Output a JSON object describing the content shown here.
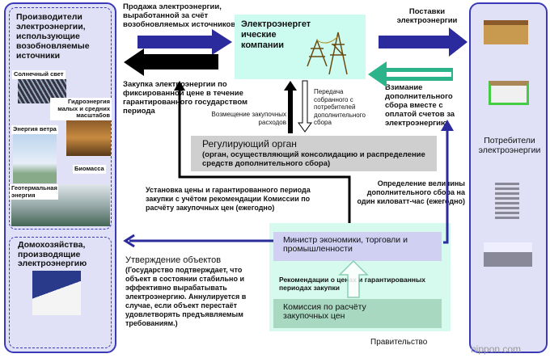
{
  "producers": {
    "title": "Производители электроэнергии, использующие возобновляемые источники",
    "sources": [
      "Солнечный свет",
      "Гидроэнергия малых и средних масштабов",
      "Энергия ветра",
      "Биомасса",
      "Геотермальная энергия"
    ]
  },
  "households": {
    "title": "Домохозяйства, производящие электроэнергию"
  },
  "utilities": {
    "title": "Электроэнергет ические компании"
  },
  "consumers": {
    "title": "Потребители электроэнергии"
  },
  "regulator": {
    "title": "Регулирующий орган",
    "subtitle": "(орган, осуществляющий консолидацию и распределение средств дополнительного сбора)"
  },
  "government": {
    "label": "Правительство",
    "minister": "Министр экономики, торговли и промышленности",
    "commission": "Комиссия по расчёту закупочных цен",
    "recommendation": "Рекомендации о ценах и гарантированных периодах закупки"
  },
  "flows": {
    "sale": "Продажа электроэнергии, выработанной за счёт возобновляемых источников",
    "purchase": "Закупка электроэнергии по фиксированной цене в течение гарантированного государством периода",
    "supply": "Поставки электроэнергии",
    "surcharge_collection": "Взимание дополнительного сбора вместе с оплатой счетов за электроэнергию",
    "reimbursement": "Возмещение закупочных расходов",
    "transfer": "Передача собранного с потребителей дополнительного сбора",
    "price_setting": "Установка цены и гарантированного периода закупки с учётом рекомендации Комиссии по расчёту закупочных цен (ежегодно)",
    "surcharge_rate": "Определение величины дополнительного сбора на один киловатт-час (ежегодно)",
    "approval_title": "Утверждение объектов",
    "approval_body": "(Государство подтверждает, что объект в состоянии стабильно и эффективно вырабатывать электроэнергию. Аннулируется в случае, если объект перестаёт удовлетворять предъявляемым требованиям.)"
  },
  "watermark": "nippon.com",
  "colors": {
    "blue": "#2b2b9e",
    "green": "#2bb38a",
    "lavender": "#e0e0f6",
    "cyan": "#ccfbef",
    "gray": "#cfcfcf"
  }
}
